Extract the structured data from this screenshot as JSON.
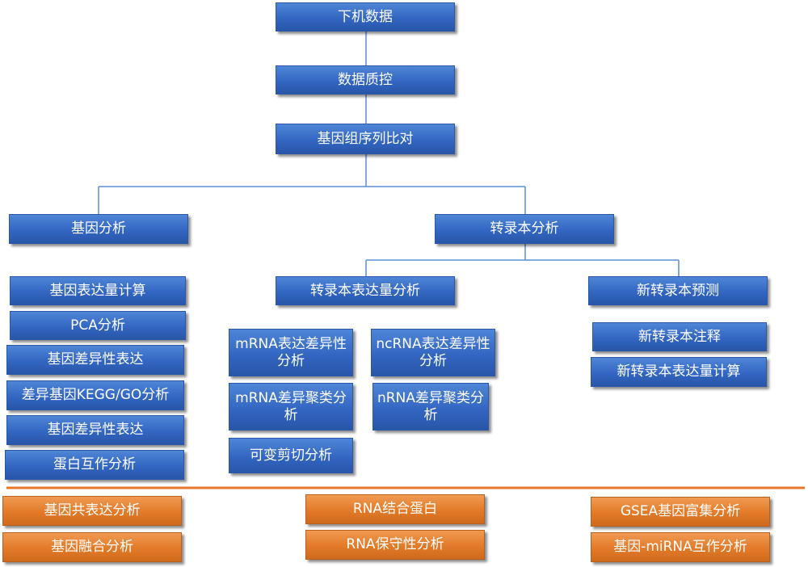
{
  "colors": {
    "blue": "#3366c2",
    "orange": "#e27a28",
    "connector": "#5b8fd6",
    "divider": "#e8772a"
  },
  "pipeline": {
    "download": "下机数据",
    "qc": "数据质控",
    "alignment": "基因组序列比对"
  },
  "gene_analysis": {
    "title": "基因分析",
    "items": [
      "基因表达量计算",
      "PCA分析",
      "基因差异性表达",
      "差异基因KEGG/GO分析",
      "基因差异性表达",
      "蛋白互作分析"
    ]
  },
  "transcript_analysis": {
    "title": "转录本分析",
    "expression": {
      "title": "转录本表达量分析",
      "mrna_de": "mRNA表达差异性分析",
      "ncrna_de": "ncRNA表达差异性分析",
      "mrna_cluster": "mRNA差异聚类分析",
      "nrna_cluster": "nRNA差异聚类分析",
      "alt_splice": "可变剪切分析"
    },
    "novel": {
      "title": "新转录本预测",
      "annotation": "新转录本注释",
      "quant": "新转录本表达量计算"
    }
  },
  "extra": {
    "coexpression": "基因共表达分析",
    "fusion": "基因融合分析",
    "rna_binding": "RNA结合蛋白",
    "conservation": "RNA保守性分析",
    "gsea": "GSEA基因富集分析",
    "mirna": "基因-miRNA互作分析"
  }
}
